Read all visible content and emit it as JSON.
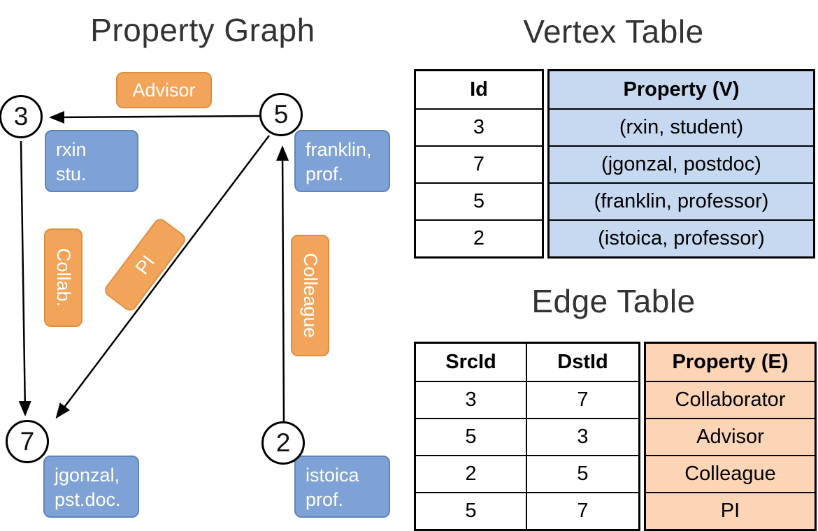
{
  "graph": {
    "title": "Property Graph",
    "vertices": {
      "v3": {
        "id": "3",
        "line1": "rxin",
        "line2": "stu."
      },
      "v5": {
        "id": "5",
        "line1": "franklin,",
        "line2": "prof."
      },
      "v7": {
        "id": "7",
        "line1": "jgonzal,",
        "line2": "pst.doc."
      },
      "v2": {
        "id": "2",
        "line1": "istoica",
        "line2": "prof."
      }
    },
    "edge_labels": {
      "advisor": "Advisor",
      "collab": "Collab.",
      "pi": "PI",
      "colleague": "Colleague"
    }
  },
  "vertex_table": {
    "title": "Vertex Table",
    "headers": {
      "id": "Id",
      "property": "Property (V)"
    },
    "rows": [
      {
        "id": "3",
        "property": "(rxin, student)"
      },
      {
        "id": "7",
        "property": "(jgonzal, postdoc)"
      },
      {
        "id": "5",
        "property": "(franklin, professor)"
      },
      {
        "id": "2",
        "property": "(istoica, professor)"
      }
    ]
  },
  "edge_table": {
    "title": "Edge Table",
    "headers": {
      "src": "SrcId",
      "dst": "DstId",
      "property": "Property (E)"
    },
    "rows": [
      {
        "src": "3",
        "dst": "7",
        "property": "Collaborator"
      },
      {
        "src": "5",
        "dst": "3",
        "property": "Advisor"
      },
      {
        "src": "2",
        "dst": "5",
        "property": "Colleague"
      },
      {
        "src": "5",
        "dst": "7",
        "property": "PI"
      }
    ]
  },
  "colors": {
    "vertex_label_fill": "#7EA2D6",
    "vertex_label_border": "#5E84BC",
    "edge_label_fill": "#F2A45A",
    "edge_label_border": "#DE8F3E",
    "vertex_table_fill": "#C6D9F1",
    "edge_table_fill": "#FBD5B5"
  }
}
